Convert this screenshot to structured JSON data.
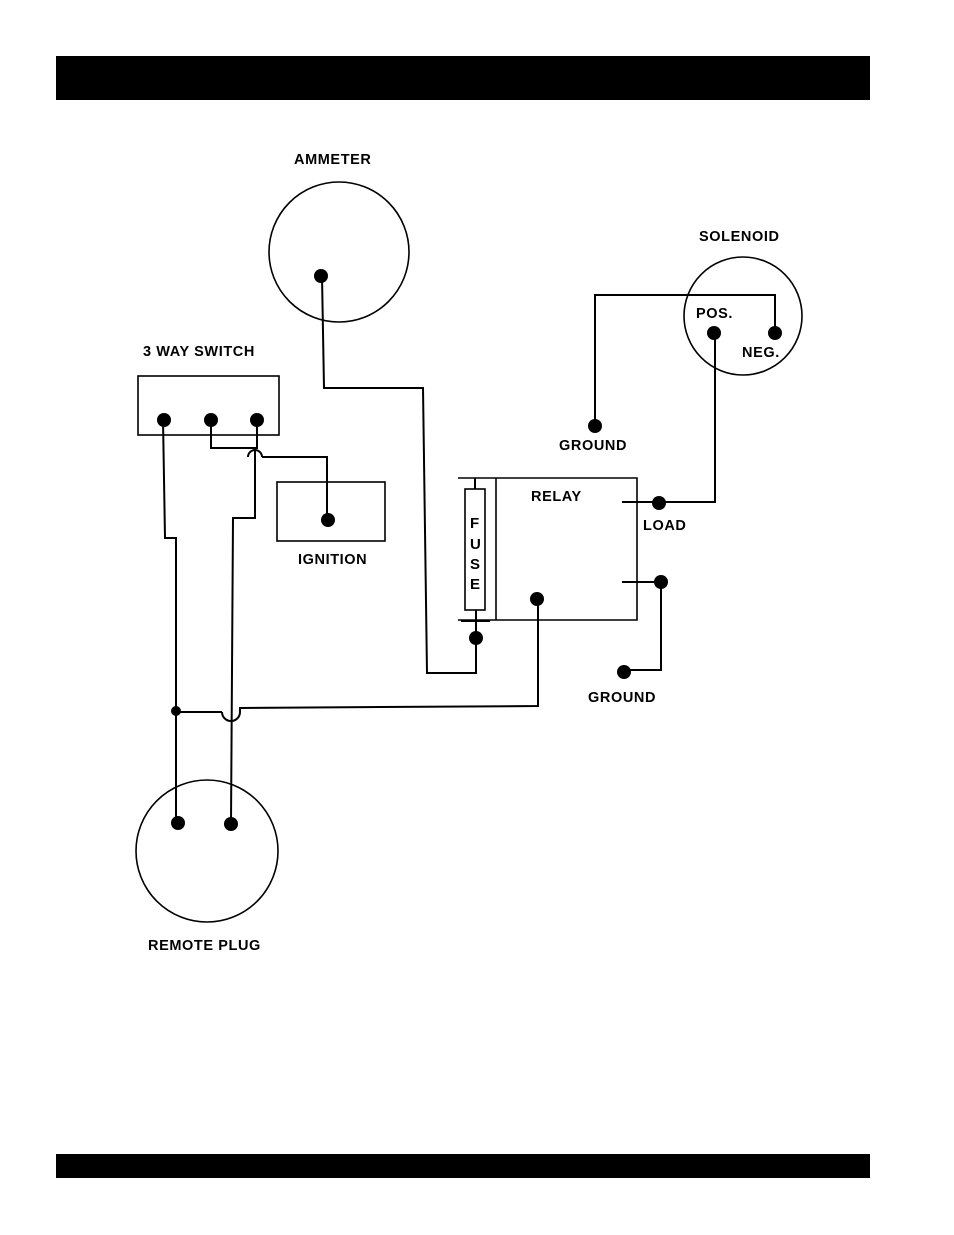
{
  "labels": {
    "ammeter": "AMMETER",
    "solenoid": "SOLENOID",
    "pos": "POS.",
    "neg": "NEG.",
    "switch": "3 WAY SWITCH",
    "ground_top": "GROUND",
    "relay": "RELAY",
    "load": "LOAD",
    "ignition": "IGNITION",
    "ground_bottom": "GROUND",
    "remote_plug": "REMOTE PLUG",
    "fuse": [
      "F",
      "U",
      "S",
      "E"
    ]
  },
  "colors": {
    "ink": "#000000",
    "paper": "#ffffff"
  }
}
